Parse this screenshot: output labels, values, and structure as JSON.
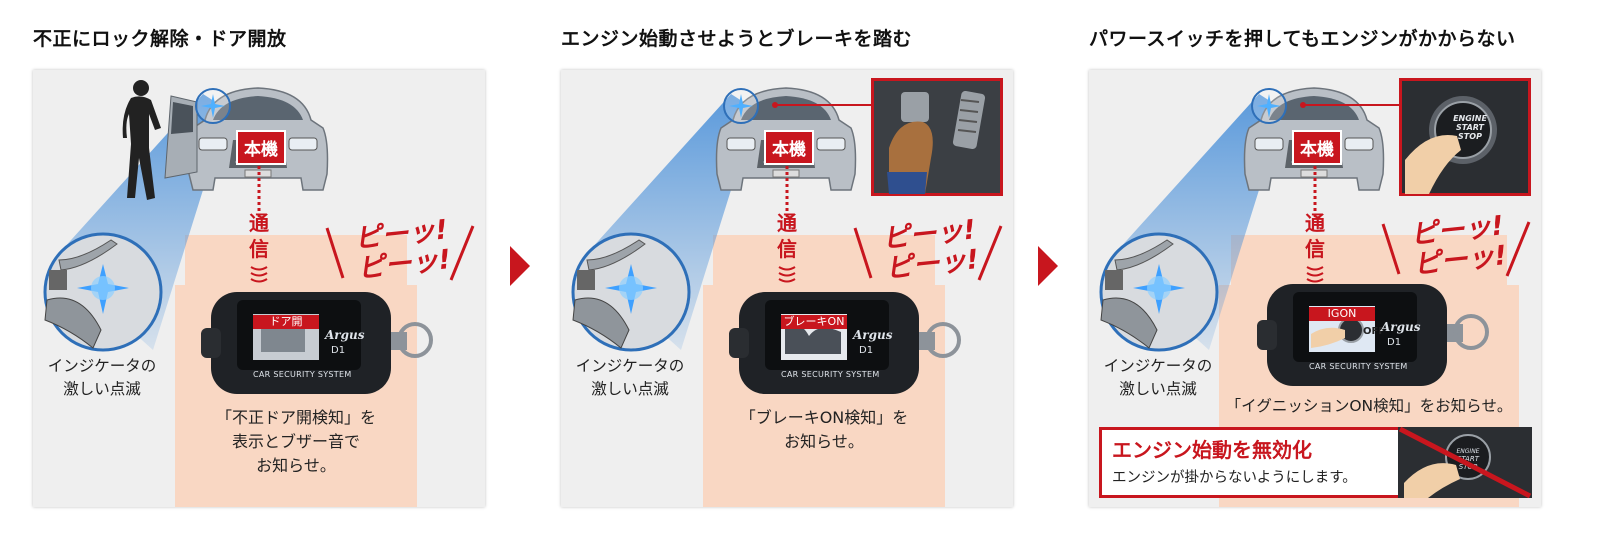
{
  "panels": [
    {
      "title": "不正にロック解除・ドア開放",
      "unit_label": "本機",
      "comm_label": "通\n信",
      "alarm_text": "ピーッ!\nピーッ!",
      "indicator_caption": "インジケータの\n激しい点滅",
      "screen_label": "ドア開",
      "brand": "Argus",
      "model": "D1",
      "system_label": "CAR SECURITY SYSTEM",
      "caption": "「不正ドア開検知」を\n表示とブザー音で\nお知らせ。"
    },
    {
      "title": "エンジン始動させようとブレーキを踏む",
      "unit_label": "本機",
      "comm_label": "通\n信",
      "alarm_text": "ピーッ!\nピーッ!",
      "indicator_caption": "インジケータの\n激しい点滅",
      "screen_label": "ブレーキON",
      "brand": "Argus",
      "model": "D1",
      "system_label": "CAR SECURITY SYSTEM",
      "caption": "「ブレーキON検知」を\nお知らせ。"
    },
    {
      "title": "パワースイッチを押してもエンジンがかからない",
      "unit_label": "本機",
      "comm_label": "通\n信",
      "alarm_text": "ピーッ!\nピーッ!",
      "indicator_caption": "インジケータの\n激しい点滅",
      "screen_label": "IGON",
      "screen_off": "OFF",
      "brand": "Argus",
      "model": "D1",
      "system_label": "CAR SECURITY SYSTEM",
      "caption": "「イグニッションON検知」をお知らせ。",
      "button_text": "ENGINE\nSTART\nSTOP",
      "disable_title": "エンジン始動を無効化",
      "disable_sub": "エンジンが掛からないようにします。"
    }
  ],
  "colors": {
    "accent": "#c8161e",
    "house": "#f9d7c3",
    "beam": "#4a90d9",
    "panel_bg": "#efefef"
  },
  "icons": [
    "chevron-right-icon",
    "car-icon",
    "person-icon",
    "key-fob-icon",
    "brake-pedal-icon",
    "start-button-icon",
    "prohibited-icon"
  ]
}
